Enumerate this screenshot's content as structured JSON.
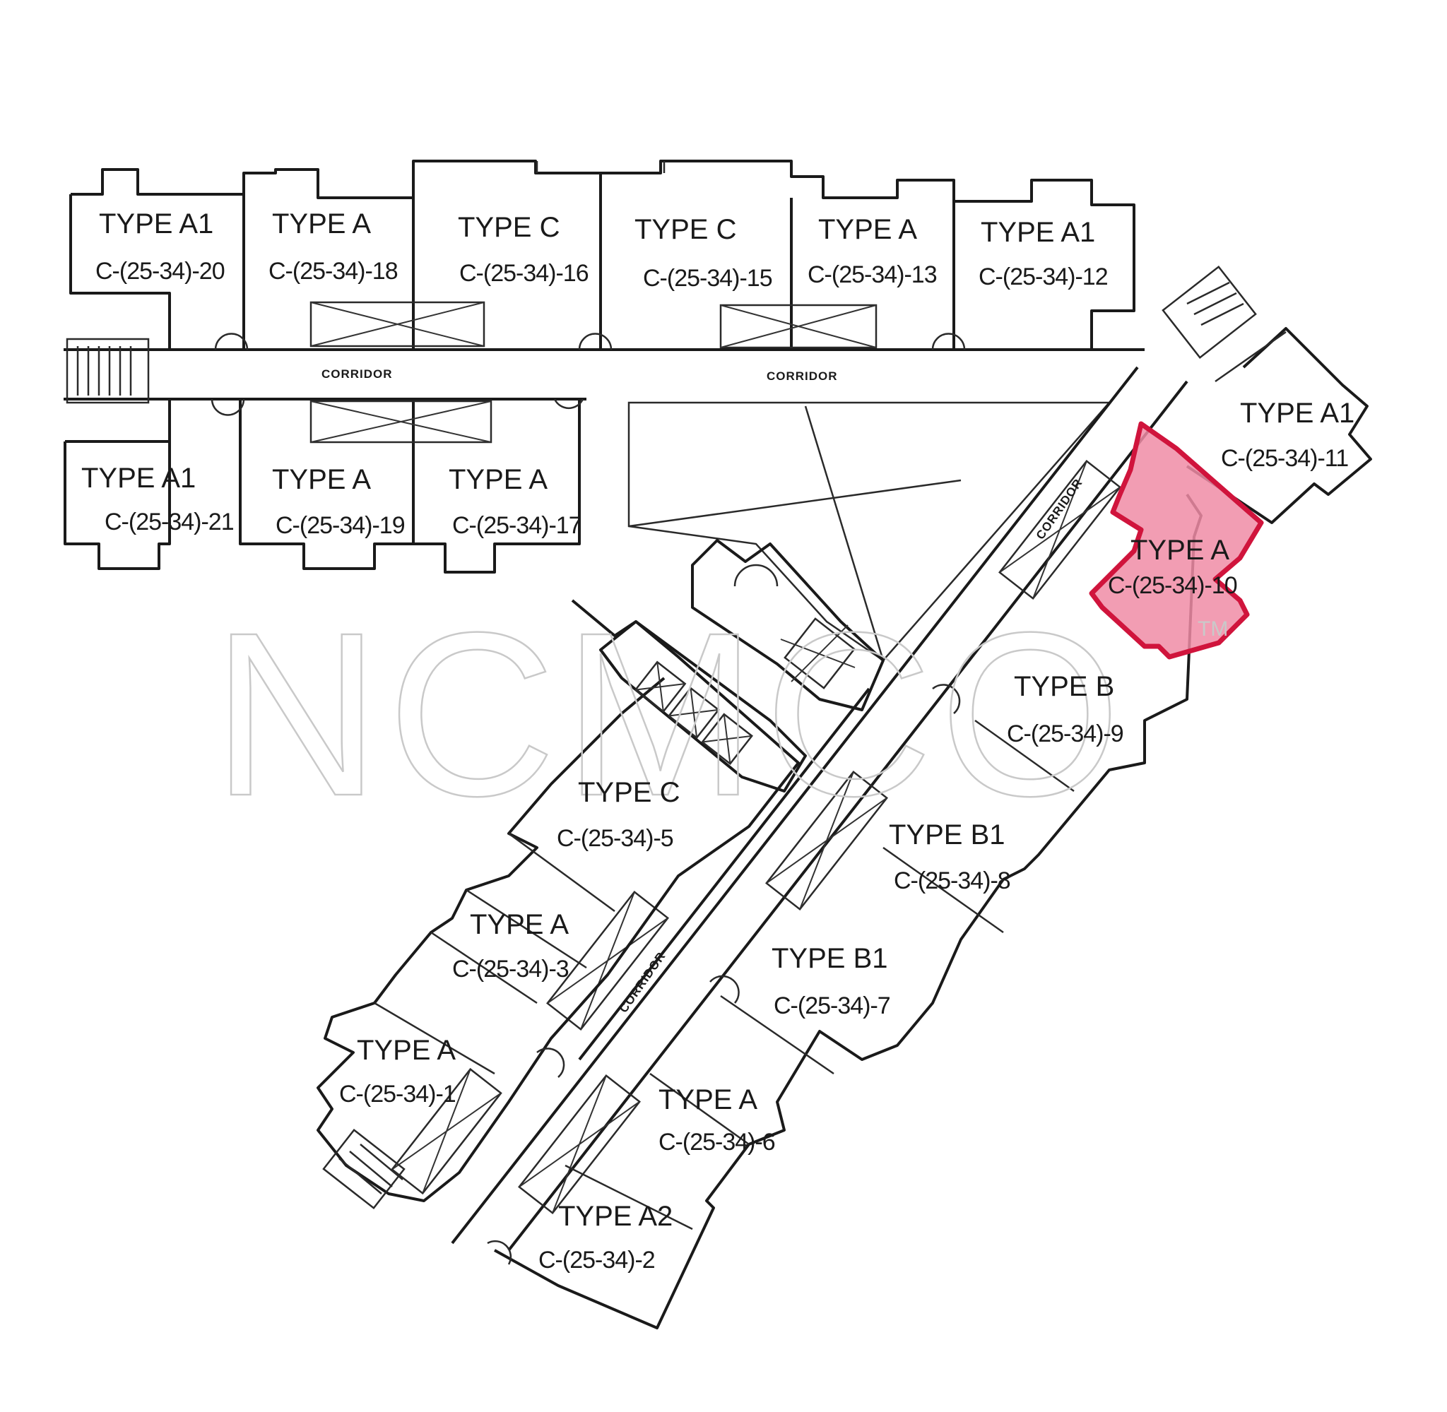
{
  "units": [
    {
      "id": "u20",
      "type": "TYPE A1",
      "code": "C-(25-34)-20"
    },
    {
      "id": "u18",
      "type": "TYPE A",
      "code": "C-(25-34)-18"
    },
    {
      "id": "u16",
      "type": "TYPE C",
      "code": "C-(25-34)-16"
    },
    {
      "id": "u15",
      "type": "TYPE C",
      "code": "C-(25-34)-15"
    },
    {
      "id": "u13",
      "type": "TYPE A",
      "code": "C-(25-34)-13"
    },
    {
      "id": "u12",
      "type": "TYPE A1",
      "code": "C-(25-34)-12"
    },
    {
      "id": "u21",
      "type": "TYPE A1",
      "code": "C-(25-34)-21"
    },
    {
      "id": "u19",
      "type": "TYPE A",
      "code": "C-(25-34)-19"
    },
    {
      "id": "u17",
      "type": "TYPE A",
      "code": "C-(25-34)-17"
    },
    {
      "id": "u11",
      "type": "TYPE A1",
      "code": "C-(25-34)-11"
    },
    {
      "id": "u10",
      "type": "TYPE A",
      "code": "C-(25-34)-10",
      "highlighted": true
    },
    {
      "id": "u9",
      "type": "TYPE B",
      "code": "C-(25-34)-9"
    },
    {
      "id": "u8",
      "type": "TYPE B1",
      "code": "C-(25-34)-8"
    },
    {
      "id": "u7",
      "type": "TYPE B1",
      "code": "C-(25-34)-7"
    },
    {
      "id": "u6",
      "type": "TYPE A",
      "code": "C-(25-34)-6"
    },
    {
      "id": "u5",
      "type": "TYPE C",
      "code": "C-(25-34)-5"
    },
    {
      "id": "u3",
      "type": "TYPE A",
      "code": "C-(25-34)-3"
    },
    {
      "id": "u1",
      "type": "TYPE A",
      "code": "C-(25-34)-1"
    },
    {
      "id": "u2",
      "type": "TYPE A2",
      "code": "C-(25-34)-2"
    }
  ],
  "corridor_labels": [
    "CORRIDOR",
    "CORRIDOR",
    "CORRIDOR",
    "CORRIDOR"
  ],
  "watermark": {
    "text": "NCMCO",
    "trademark": "TM"
  },
  "colors": {
    "highlight_fill": "#f08ca6",
    "highlight_stroke": "#d0143c",
    "line": "#1a1a1a",
    "watermark": "#c9c9c9"
  }
}
